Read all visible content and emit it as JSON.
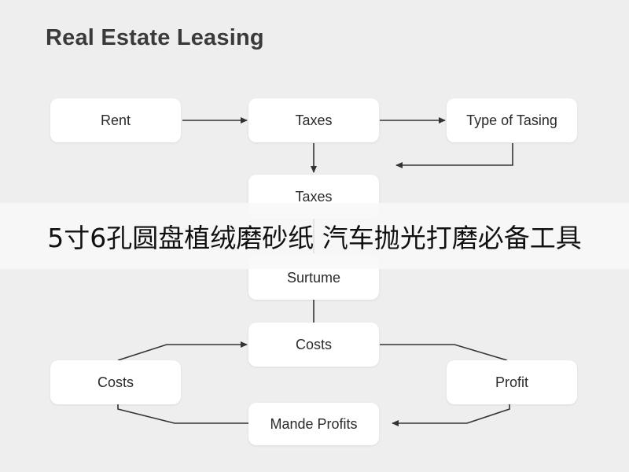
{
  "diagram": {
    "title": "Real Estate Leasing",
    "nodes": {
      "rent": "Rent",
      "taxes_top": "Taxes",
      "type_of_tasing": "Type of Tasing",
      "taxes_mid": "Taxes",
      "surtume": "Surtume",
      "costs_center": "Costs",
      "costs_left": "Costs",
      "profit": "Profit",
      "mande_profits": "Mande Profits"
    }
  },
  "banner": {
    "text": "5寸6孔圆盘植绒磨砂纸 汽车抛光打磨必备工具"
  },
  "colors": {
    "background": "#eeeeee",
    "node_fill": "#ffffff",
    "edge": "#333333",
    "banner": "#f8f8f8"
  }
}
